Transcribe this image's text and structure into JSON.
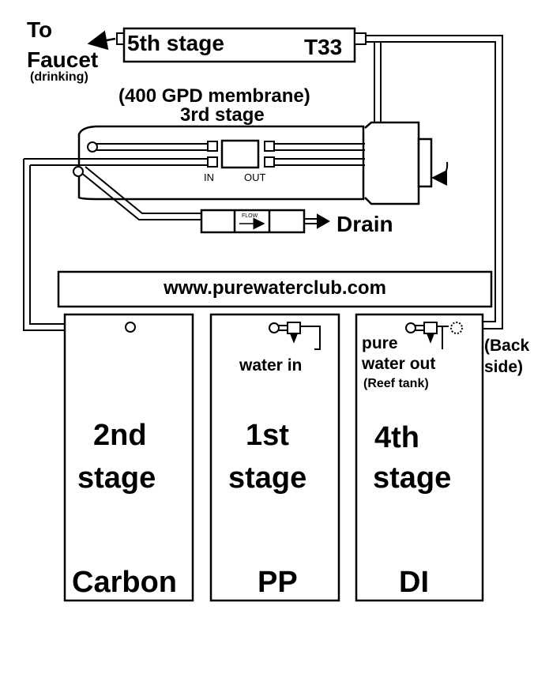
{
  "labels": {
    "to": "To",
    "faucet": "Faucet",
    "drinking": "(drinking)",
    "fifth_stage": "5th stage",
    "t33": "T33",
    "membrane": "(400 GPD membrane)",
    "third_stage": "3rd stage",
    "in": "IN",
    "out": "OUT",
    "flow": "FLOW",
    "drain": "Drain",
    "website": "www.purewaterclub.com",
    "water_in": "water in",
    "pure": "pure",
    "water_out": "water out",
    "reef_tank": "(Reef tank)",
    "back": "(Back",
    "side": "side)"
  },
  "filters": [
    {
      "line1": "2nd",
      "line2": "stage",
      "media": "Carbon"
    },
    {
      "line1": "1st",
      "line2": "stage",
      "media": "PP"
    },
    {
      "line1": "4th",
      "line2": "stage",
      "media": "DI"
    }
  ]
}
